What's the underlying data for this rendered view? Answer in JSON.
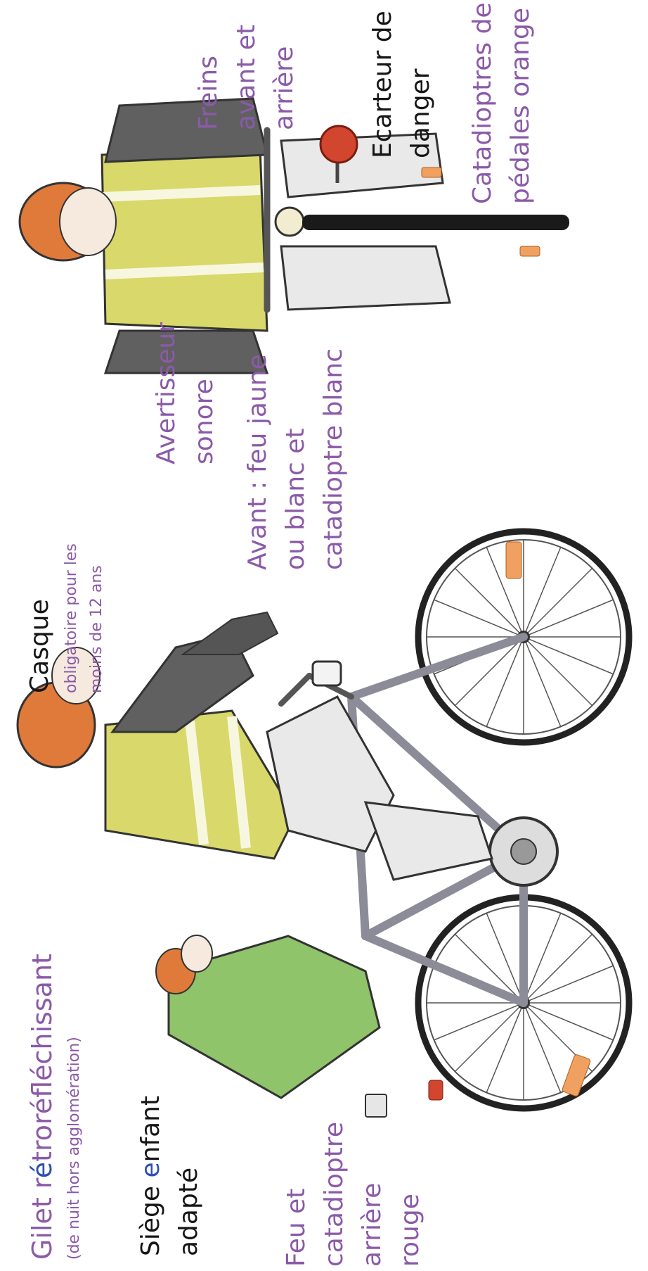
{
  "labels": {
    "gilet": {
      "title_part1": "Gilet r",
      "title_accent": "é",
      "title_part2": "troréfléchissant",
      "note": "(de nuit hors agglomération)"
    },
    "siege": {
      "line1_part1": "Siège ",
      "line1_accent": "e",
      "line1_part2": "nfant",
      "line2": "adapté"
    },
    "feu_arriere": {
      "lines": [
        "Feu et",
        "catadioptre",
        "arrière",
        "rouge"
      ]
    },
    "casque": {
      "title": "Casque",
      "note_line1": "obligatoire pour les",
      "note_line2": "moins de 12 ans"
    },
    "avant": {
      "lines": [
        "Avant : feu jaune",
        "ou blanc et",
        "catadioptre blanc"
      ]
    },
    "avertisseur": {
      "lines": [
        "Avertisseur",
        "sonore"
      ]
    },
    "freins": {
      "lines": [
        "Freins",
        "avant et",
        "arrière"
      ]
    },
    "ecarteur": {
      "lines": [
        "Ecarteur de",
        "danger"
      ]
    },
    "catadioptres_pedales": {
      "lines": [
        "Catadioptres de",
        "pédales orange"
      ]
    }
  },
  "colors": {
    "label_purple": "#8b5aa8",
    "label_black": "#161616",
    "vest_yellow": "#d9d86a",
    "helmet_orange": "#e07a3a",
    "child_green": "#8fc46a",
    "danger_red": "#d2452e",
    "reflector_orange": "#f0a060"
  },
  "icons": [
    "bicycle-side-illustration",
    "cyclist-front-illustration"
  ]
}
